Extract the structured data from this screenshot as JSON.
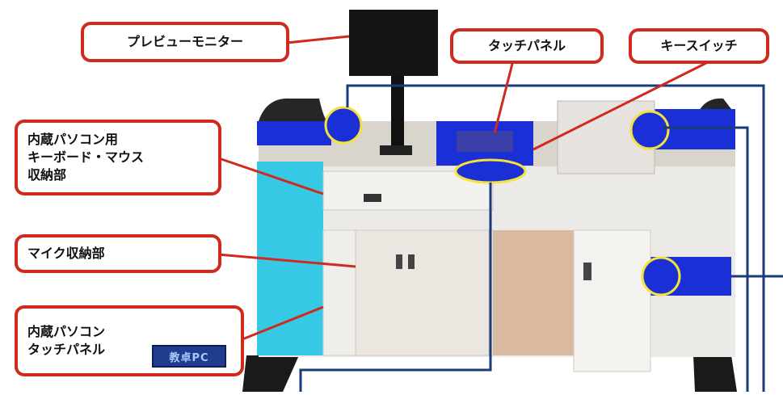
{
  "callouts": {
    "preview_monitor": "プレビューモニター",
    "touch_panel": "タッチパネル",
    "key_switch": "キースイッチ",
    "keyboard_mouse_storage": "内蔵パソコン用\nキーボード・マウス\n収納部",
    "mic_storage": "マイク収納部",
    "pc_touch_panel": "内蔵パソコン\nタッチパネル"
  },
  "badge": {
    "label": "教卓PC"
  },
  "colors": {
    "callout_border": "#d02a1e",
    "highlight_blue": "#1a2fd6",
    "highlight_cyan": "#35c9e6",
    "ring_yellow": "#f2e23a",
    "leader_navy": "#1b3a7a"
  }
}
